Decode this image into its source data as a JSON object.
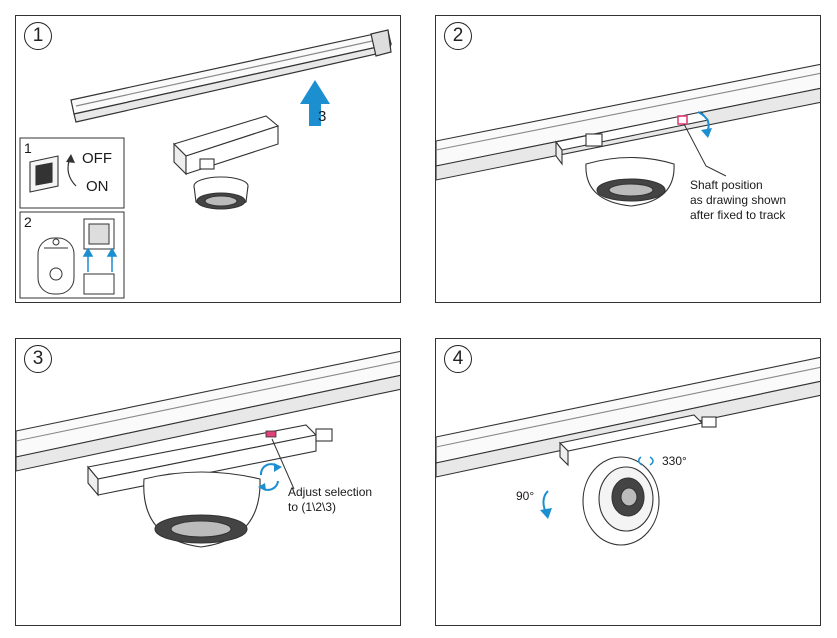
{
  "steps": [
    {
      "number": "1",
      "arrow_label": "3",
      "inset1": {
        "number": "1",
        "off_label": "OFF",
        "on_label": "ON"
      },
      "inset2": {
        "number": "2"
      }
    },
    {
      "number": "2",
      "note_line1": "Shaft position",
      "note_line2": "as drawing shown",
      "note_line3": "after fixed to track"
    },
    {
      "number": "3",
      "note_line1": "Adjust selection",
      "note_line2": "to (1\\2\\3)"
    },
    {
      "number": "4",
      "tilt_label": "90°",
      "rotate_label": "330°"
    }
  ],
  "colors": {
    "accent": "#1b8fcf",
    "line": "#333333",
    "marker": "#e0417a"
  }
}
